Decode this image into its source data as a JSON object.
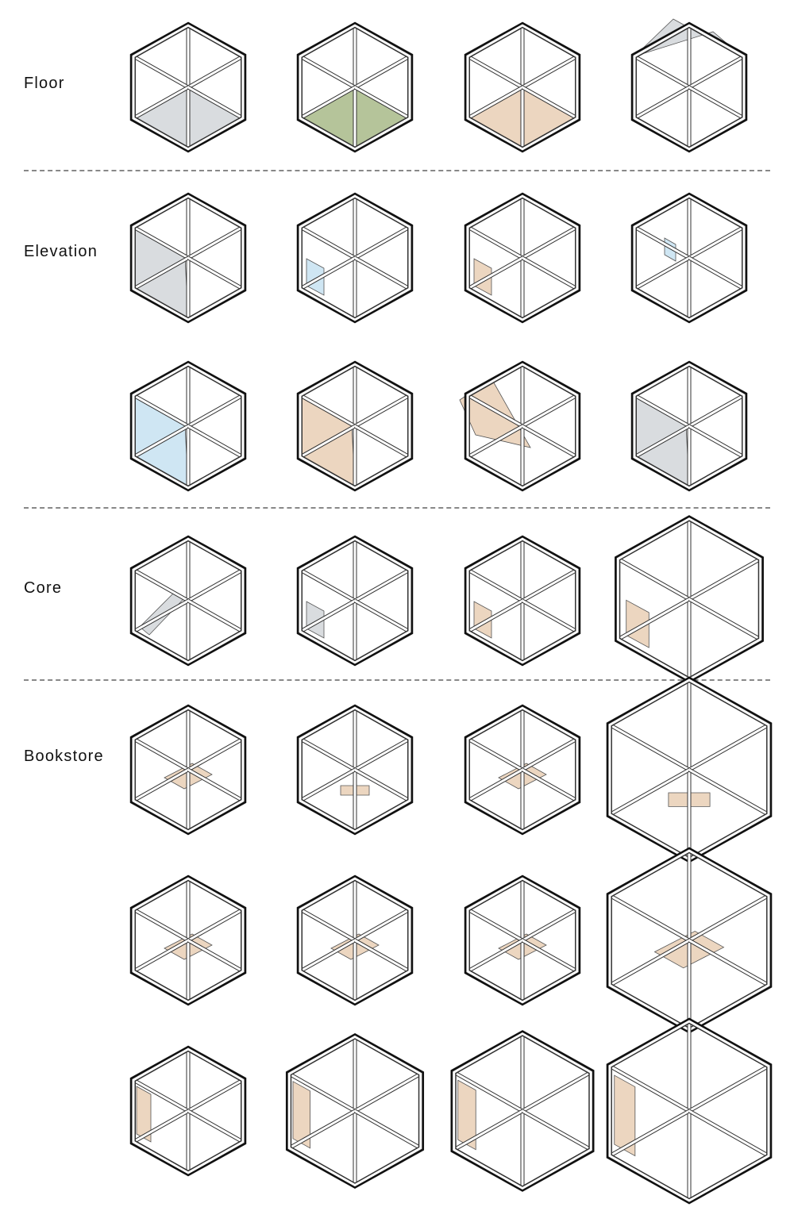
{
  "sections": [
    {
      "label": "Floor",
      "rows": 1,
      "cube_count": 4
    },
    {
      "label": "Elevation",
      "rows": 2,
      "cube_count": 8
    },
    {
      "label": "Core",
      "rows": 1,
      "cube_count": 4
    },
    {
      "label": "Bookstore",
      "rows": 3,
      "cube_count": 12
    }
  ],
  "colors": {
    "outline": "#111111",
    "frame": "#ffffff",
    "grey_surface": "#d9dcdf",
    "green_floor": "#b5c49a",
    "wood": "#ecd6c0",
    "glass": "#cfe6f3",
    "divider": "#888888"
  }
}
